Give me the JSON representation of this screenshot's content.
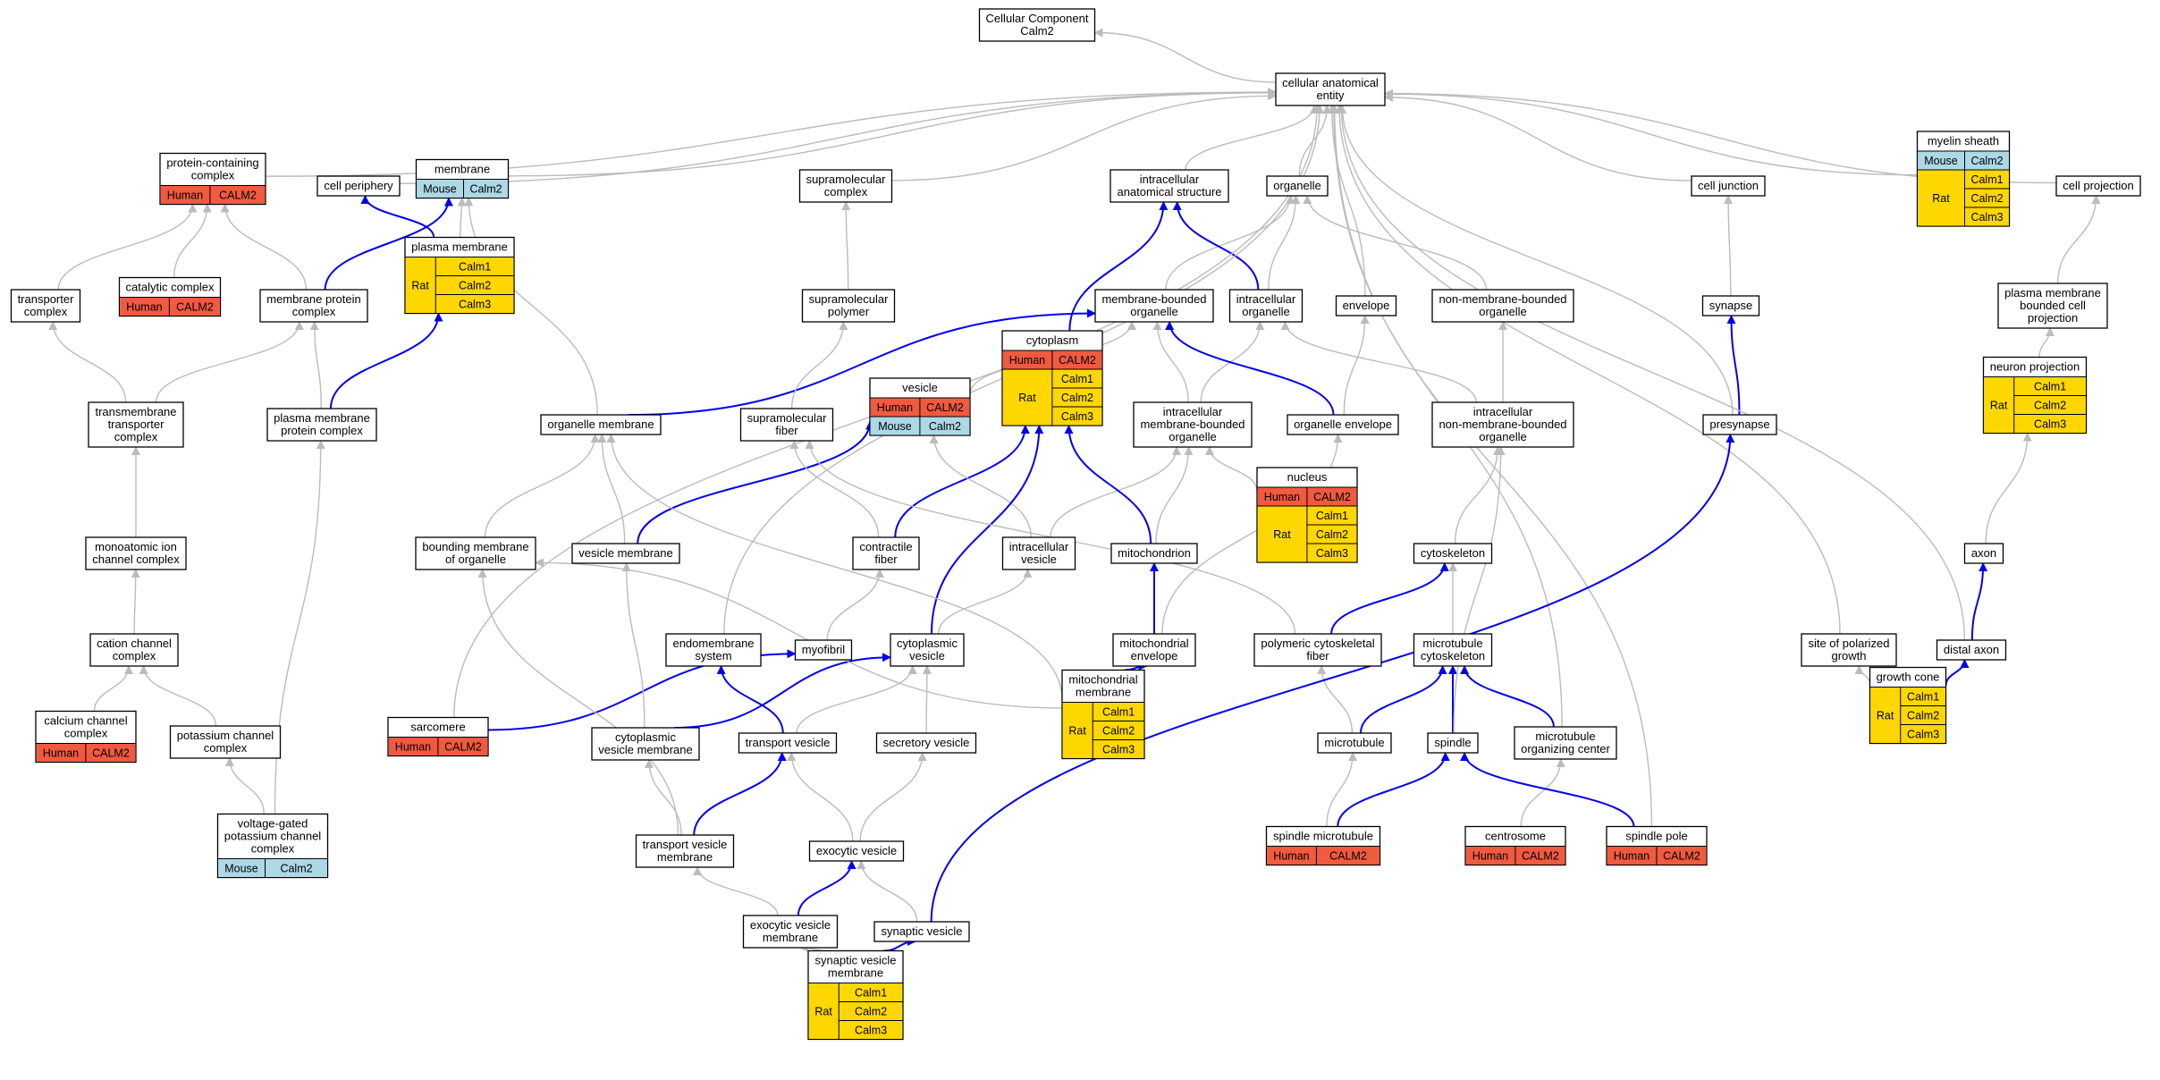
{
  "colors": {
    "human": "#f05a3f",
    "rat": "#ffd700",
    "mouse": "#add8e6",
    "edge_isa": "#bbbbbb",
    "edge_partof": "#0000ee"
  },
  "nodes": [
    {
      "id": "root",
      "lines": [
        "Cellular Component",
        "Calm2"
      ]
    },
    {
      "id": "cae",
      "lines": [
        "cellular anatomical",
        "entity"
      ]
    },
    {
      "id": "pcc",
      "lines": [
        "protein-containing",
        "complex"
      ],
      "species": [
        [
          "Human",
          "CALM2"
        ]
      ]
    },
    {
      "id": "cellper",
      "lines": [
        "cell periphery"
      ]
    },
    {
      "id": "membrane",
      "lines": [
        "membrane"
      ],
      "species": [
        [
          "Mouse",
          "Calm2"
        ]
      ]
    },
    {
      "id": "supcx",
      "lines": [
        "supramolecular",
        "complex"
      ]
    },
    {
      "id": "ias",
      "lines": [
        "intracellular",
        "anatomical structure"
      ]
    },
    {
      "id": "organelle",
      "lines": [
        "organelle"
      ]
    },
    {
      "id": "celljunc",
      "lines": [
        "cell junction"
      ]
    },
    {
      "id": "myelin",
      "lines": [
        "myelin sheath"
      ],
      "species": [
        [
          "Mouse",
          "Calm2"
        ],
        [
          "Rat",
          [
            "Calm1",
            "Calm2",
            "Calm3"
          ]
        ]
      ]
    },
    {
      "id": "cellproj",
      "lines": [
        "cell projection"
      ]
    },
    {
      "id": "transp",
      "lines": [
        "transporter",
        "complex"
      ]
    },
    {
      "id": "catal",
      "lines": [
        "catalytic complex"
      ],
      "species": [
        [
          "Human",
          "CALM2"
        ]
      ]
    },
    {
      "id": "mpc",
      "lines": [
        "membrane protein",
        "complex"
      ]
    },
    {
      "id": "pm",
      "lines": [
        "plasma membrane"
      ],
      "species": [
        [
          "Rat",
          [
            "Calm1",
            "Calm2",
            "Calm3"
          ]
        ]
      ]
    },
    {
      "id": "suppoly",
      "lines": [
        "supramolecular",
        "polymer"
      ]
    },
    {
      "id": "mbo",
      "lines": [
        "membrane-bounded",
        "organelle"
      ]
    },
    {
      "id": "icorg",
      "lines": [
        "intracellular",
        "organelle"
      ]
    },
    {
      "id": "envelope",
      "lines": [
        "envelope"
      ]
    },
    {
      "id": "nmbo",
      "lines": [
        "non-membrane-bounded",
        "organelle"
      ]
    },
    {
      "id": "synapse",
      "lines": [
        "synapse"
      ]
    },
    {
      "id": "pmbcp",
      "lines": [
        "plasma membrane",
        "bounded cell",
        "projection"
      ]
    },
    {
      "id": "tmtc",
      "lines": [
        "transmembrane",
        "transporter",
        "complex"
      ]
    },
    {
      "id": "pmpc",
      "lines": [
        "plasma membrane",
        "protein complex"
      ]
    },
    {
      "id": "orgmem",
      "lines": [
        "organelle membrane"
      ]
    },
    {
      "id": "supfib",
      "lines": [
        "supramolecular",
        "fiber"
      ]
    },
    {
      "id": "vesicle",
      "lines": [
        "vesicle"
      ],
      "species": [
        [
          "Human",
          "CALM2"
        ],
        [
          "Mouse",
          "Calm2"
        ]
      ]
    },
    {
      "id": "cytoplasm",
      "lines": [
        "cytoplasm"
      ],
      "species": [
        [
          "Human",
          "CALM2"
        ],
        [
          "Rat",
          [
            "Calm1",
            "Calm2",
            "Calm3"
          ]
        ]
      ]
    },
    {
      "id": "imbo",
      "lines": [
        "intracellular",
        "membrane-bounded",
        "organelle"
      ]
    },
    {
      "id": "orgenv",
      "lines": [
        "organelle envelope"
      ]
    },
    {
      "id": "inmbo",
      "lines": [
        "intracellular",
        "non-membrane-bounded",
        "organelle"
      ]
    },
    {
      "id": "presyn",
      "lines": [
        "presynapse"
      ]
    },
    {
      "id": "neuproj",
      "lines": [
        "neuron projection"
      ],
      "species": [
        [
          "Rat",
          [
            "Calm1",
            "Calm2",
            "Calm3"
          ]
        ]
      ]
    },
    {
      "id": "monoion",
      "lines": [
        "monoatomic ion",
        "channel complex"
      ]
    },
    {
      "id": "bmo",
      "lines": [
        "bounding membrane",
        "of organelle"
      ]
    },
    {
      "id": "vesmem",
      "lines": [
        "vesicle membrane"
      ]
    },
    {
      "id": "contfib",
      "lines": [
        "contractile",
        "fiber"
      ]
    },
    {
      "id": "icves",
      "lines": [
        "intracellular",
        "vesicle"
      ]
    },
    {
      "id": "mito",
      "lines": [
        "mitochondrion"
      ]
    },
    {
      "id": "nucleus",
      "lines": [
        "nucleus"
      ],
      "species": [
        [
          "Human",
          "CALM2"
        ],
        [
          "Rat",
          [
            "Calm1",
            "Calm2",
            "Calm3"
          ]
        ]
      ]
    },
    {
      "id": "cytosk",
      "lines": [
        "cytoskeleton"
      ]
    },
    {
      "id": "axon",
      "lines": [
        "axon"
      ]
    },
    {
      "id": "cation",
      "lines": [
        "cation channel",
        "complex"
      ]
    },
    {
      "id": "endomem",
      "lines": [
        "endomembrane",
        "system"
      ]
    },
    {
      "id": "myofibril",
      "lines": [
        "myofibril"
      ]
    },
    {
      "id": "cytoves",
      "lines": [
        "cytoplasmic",
        "vesicle"
      ]
    },
    {
      "id": "mitoenv",
      "lines": [
        "mitochondrial",
        "envelope"
      ]
    },
    {
      "id": "pcf",
      "lines": [
        "polymeric cytoskeletal",
        "fiber"
      ]
    },
    {
      "id": "mtcyto",
      "lines": [
        "microtubule",
        "cytoskeleton"
      ]
    },
    {
      "id": "spg",
      "lines": [
        "site of polarized",
        "growth"
      ]
    },
    {
      "id": "distax",
      "lines": [
        "distal axon"
      ]
    },
    {
      "id": "cacc",
      "lines": [
        "calcium channel",
        "complex"
      ],
      "species": [
        [
          "Human",
          "CALM2"
        ]
      ]
    },
    {
      "id": "kchan",
      "lines": [
        "potassium channel",
        "complex"
      ]
    },
    {
      "id": "sarcomere",
      "lines": [
        "sarcomere"
      ],
      "species": [
        [
          "Human",
          "CALM2"
        ]
      ]
    },
    {
      "id": "cvm",
      "lines": [
        "cytoplasmic",
        "vesicle membrane"
      ]
    },
    {
      "id": "transves",
      "lines": [
        "transport vesicle"
      ]
    },
    {
      "id": "secves",
      "lines": [
        "secretory vesicle"
      ]
    },
    {
      "id": "mitomem",
      "lines": [
        "mitochondrial",
        "membrane"
      ],
      "species": [
        [
          "Rat",
          [
            "Calm1",
            "Calm2",
            "Calm3"
          ]
        ]
      ]
    },
    {
      "id": "microtubule",
      "lines": [
        "microtubule"
      ]
    },
    {
      "id": "spindle",
      "lines": [
        "spindle"
      ]
    },
    {
      "id": "mtoc",
      "lines": [
        "microtubule",
        "organizing center"
      ]
    },
    {
      "id": "growthcone",
      "lines": [
        "growth cone"
      ],
      "species": [
        [
          "Rat",
          [
            "Calm1",
            "Calm2",
            "Calm3"
          ]
        ]
      ]
    },
    {
      "id": "vgkcc",
      "lines": [
        "voltage-gated",
        "potassium channel",
        "complex"
      ],
      "species": [
        [
          "Mouse",
          "Calm2"
        ]
      ]
    },
    {
      "id": "tvm",
      "lines": [
        "transport vesicle",
        "membrane"
      ]
    },
    {
      "id": "exoves",
      "lines": [
        "exocytic vesicle"
      ]
    },
    {
      "id": "spmt",
      "lines": [
        "spindle microtubule"
      ],
      "species": [
        [
          "Human",
          "CALM2"
        ]
      ]
    },
    {
      "id": "centrosome",
      "lines": [
        "centrosome"
      ],
      "species": [
        [
          "Human",
          "CALM2"
        ]
      ]
    },
    {
      "id": "spole",
      "lines": [
        "spindle pole"
      ],
      "species": [
        [
          "Human",
          "CALM2"
        ]
      ]
    },
    {
      "id": "evm",
      "lines": [
        "exocytic vesicle",
        "membrane"
      ]
    },
    {
      "id": "synves",
      "lines": [
        "synaptic vesicle"
      ]
    },
    {
      "id": "svm",
      "lines": [
        "synaptic vesicle",
        "membrane"
      ],
      "species": [
        [
          "Rat",
          [
            "Calm1",
            "Calm2",
            "Calm3"
          ]
        ]
      ]
    }
  ],
  "edges": [
    [
      "cae",
      "root",
      "is_a"
    ],
    [
      "pcc",
      "cae",
      "is_a"
    ],
    [
      "cellper",
      "cae",
      "is_a"
    ],
    [
      "membrane",
      "cae",
      "is_a"
    ],
    [
      "supcx",
      "cae",
      "is_a"
    ],
    [
      "ias",
      "cae",
      "is_a"
    ],
    [
      "organelle",
      "cae",
      "is_a"
    ],
    [
      "celljunc",
      "cae",
      "is_a"
    ],
    [
      "myelin",
      "cae",
      "is_a"
    ],
    [
      "cellproj",
      "cae",
      "is_a"
    ],
    [
      "transp",
      "pcc",
      "is_a"
    ],
    [
      "catal",
      "pcc",
      "is_a"
    ],
    [
      "mpc",
      "pcc",
      "is_a"
    ],
    [
      "mpc",
      "membrane",
      "part_of"
    ],
    [
      "pm",
      "membrane",
      "is_a"
    ],
    [
      "pm",
      "cellper",
      "part_of"
    ],
    [
      "suppoly",
      "supcx",
      "is_a"
    ],
    [
      "mbo",
      "organelle",
      "is_a"
    ],
    [
      "icorg",
      "organelle",
      "is_a"
    ],
    [
      "icorg",
      "ias",
      "part_of"
    ],
    [
      "envelope",
      "cae",
      "is_a"
    ],
    [
      "nmbo",
      "organelle",
      "is_a"
    ],
    [
      "synapse",
      "celljunc",
      "is_a"
    ],
    [
      "pmbcp",
      "cellproj",
      "is_a"
    ],
    [
      "tmtc",
      "transp",
      "is_a"
    ],
    [
      "tmtc",
      "mpc",
      "is_a"
    ],
    [
      "pmpc",
      "mpc",
      "is_a"
    ],
    [
      "pmpc",
      "pm",
      "part_of"
    ],
    [
      "orgmem",
      "membrane",
      "is_a"
    ],
    [
      "orgmem",
      "mbo",
      "part_of"
    ],
    [
      "supfib",
      "suppoly",
      "is_a"
    ],
    [
      "vesicle",
      "mbo",
      "is_a"
    ],
    [
      "cytoplasm",
      "ias",
      "part_of"
    ],
    [
      "imbo",
      "mbo",
      "is_a"
    ],
    [
      "imbo",
      "icorg",
      "is_a"
    ],
    [
      "orgenv",
      "mbo",
      "part_of"
    ],
    [
      "orgenv",
      "envelope",
      "is_a"
    ],
    [
      "inmbo",
      "nmbo",
      "is_a"
    ],
    [
      "inmbo",
      "icorg",
      "is_a"
    ],
    [
      "presyn",
      "synapse",
      "part_of"
    ],
    [
      "presyn",
      "cae",
      "is_a"
    ],
    [
      "neuproj",
      "pmbcp",
      "is_a"
    ],
    [
      "monoion",
      "tmtc",
      "is_a"
    ],
    [
      "bmo",
      "orgmem",
      "is_a"
    ],
    [
      "vesmem",
      "orgmem",
      "is_a"
    ],
    [
      "vesmem",
      "vesicle",
      "part_of"
    ],
    [
      "contfib",
      "supfib",
      "is_a"
    ],
    [
      "contfib",
      "cytoplasm",
      "part_of"
    ],
    [
      "icves",
      "vesicle",
      "is_a"
    ],
    [
      "icves",
      "imbo",
      "is_a"
    ],
    [
      "mito",
      "imbo",
      "is_a"
    ],
    [
      "mito",
      "cytoplasm",
      "part_of"
    ],
    [
      "nucleus",
      "imbo",
      "is_a"
    ],
    [
      "cytosk",
      "inmbo",
      "is_a"
    ],
    [
      "axon",
      "neuproj",
      "is_a"
    ],
    [
      "cation",
      "monoion",
      "is_a"
    ],
    [
      "endomem",
      "cae",
      "is_a"
    ],
    [
      "myofibril",
      "contfib",
      "is_a"
    ],
    [
      "cytoves",
      "icves",
      "is_a"
    ],
    [
      "cytoves",
      "cytoplasm",
      "part_of"
    ],
    [
      "mitoenv",
      "mito",
      "part_of"
    ],
    [
      "mitoenv",
      "orgenv",
      "is_a"
    ],
    [
      "pcf",
      "supfib",
      "is_a"
    ],
    [
      "pcf",
      "cytosk",
      "part_of"
    ],
    [
      "mtcyto",
      "cytosk",
      "is_a"
    ],
    [
      "spg",
      "cae",
      "is_a"
    ],
    [
      "distax",
      "axon",
      "part_of"
    ],
    [
      "distax",
      "cae",
      "is_a"
    ],
    [
      "cacc",
      "cation",
      "is_a"
    ],
    [
      "kchan",
      "cation",
      "is_a"
    ],
    [
      "sarcomere",
      "myofibril",
      "part_of"
    ],
    [
      "sarcomere",
      "cae",
      "is_a"
    ],
    [
      "cvm",
      "vesmem",
      "is_a"
    ],
    [
      "cvm",
      "cytoves",
      "part_of"
    ],
    [
      "transves",
      "cytoves",
      "is_a"
    ],
    [
      "transves",
      "endomem",
      "part_of"
    ],
    [
      "secves",
      "cytoves",
      "is_a"
    ],
    [
      "mitomem",
      "bmo",
      "is_a"
    ],
    [
      "mitomem",
      "mitoenv",
      "part_of"
    ],
    [
      "mitomem",
      "orgmem",
      "is_a"
    ],
    [
      "microtubule",
      "pcf",
      "is_a"
    ],
    [
      "microtubule",
      "mtcyto",
      "part_of"
    ],
    [
      "spindle",
      "mtcyto",
      "part_of"
    ],
    [
      "spindle",
      "inmbo",
      "is_a"
    ],
    [
      "mtoc",
      "mtcyto",
      "part_of"
    ],
    [
      "mtoc",
      "cae",
      "is_a"
    ],
    [
      "growthcone",
      "spg",
      "is_a"
    ],
    [
      "growthcone",
      "distax",
      "part_of"
    ],
    [
      "vgkcc",
      "kchan",
      "is_a"
    ],
    [
      "vgkcc",
      "pmpc",
      "is_a"
    ],
    [
      "tvm",
      "cvm",
      "is_a"
    ],
    [
      "tvm",
      "transves",
      "part_of"
    ],
    [
      "tvm",
      "bmo",
      "is_a"
    ],
    [
      "exoves",
      "transves",
      "is_a"
    ],
    [
      "exoves",
      "secves",
      "is_a"
    ],
    [
      "spmt",
      "spindle",
      "part_of"
    ],
    [
      "spmt",
      "microtubule",
      "is_a"
    ],
    [
      "centrosome",
      "mtoc",
      "is_a"
    ],
    [
      "spole",
      "spindle",
      "part_of"
    ],
    [
      "spole",
      "cae",
      "is_a"
    ],
    [
      "evm",
      "tvm",
      "is_a"
    ],
    [
      "evm",
      "exoves",
      "part_of"
    ],
    [
      "synves",
      "exoves",
      "is_a"
    ],
    [
      "synves",
      "presyn",
      "part_of"
    ],
    [
      "svm",
      "evm",
      "is_a"
    ],
    [
      "svm",
      "synves",
      "part_of"
    ]
  ]
}
